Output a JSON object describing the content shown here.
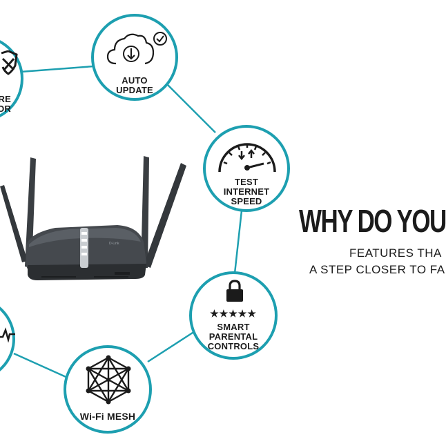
{
  "features": {
    "secure": {
      "label_lines": [
        "RE",
        "OR"
      ],
      "icon": "shield-icon"
    },
    "auto_update": {
      "label_lines": [
        "AUTO",
        "UPDATE"
      ],
      "icon": "cloud-download-check-icon"
    },
    "speed_test": {
      "label_lines": [
        "TEST",
        "INTERNET",
        "SPEED"
      ],
      "icon": "speedometer-icon"
    },
    "parental": {
      "label_lines": [
        "SMART",
        "PARENTAL",
        "CONTROLS"
      ],
      "rating": "★★★★★",
      "icon": "padlock-icon"
    },
    "mesh": {
      "label_lines": [
        "Wi-Fi MESH"
      ],
      "icon": "mesh-network-icon"
    },
    "partial_left": {
      "icon": "wave-icon"
    }
  },
  "headline": "WHY DO YOU",
  "subline": [
    "FEATURES THA",
    "A STEP CLOSER TO FA"
  ],
  "router": {
    "brand_text": "D-Link",
    "image": "router-image"
  },
  "colors": {
    "accent": "#1d9fb0",
    "text": "#1b1b1b",
    "background": "#ffffff"
  }
}
